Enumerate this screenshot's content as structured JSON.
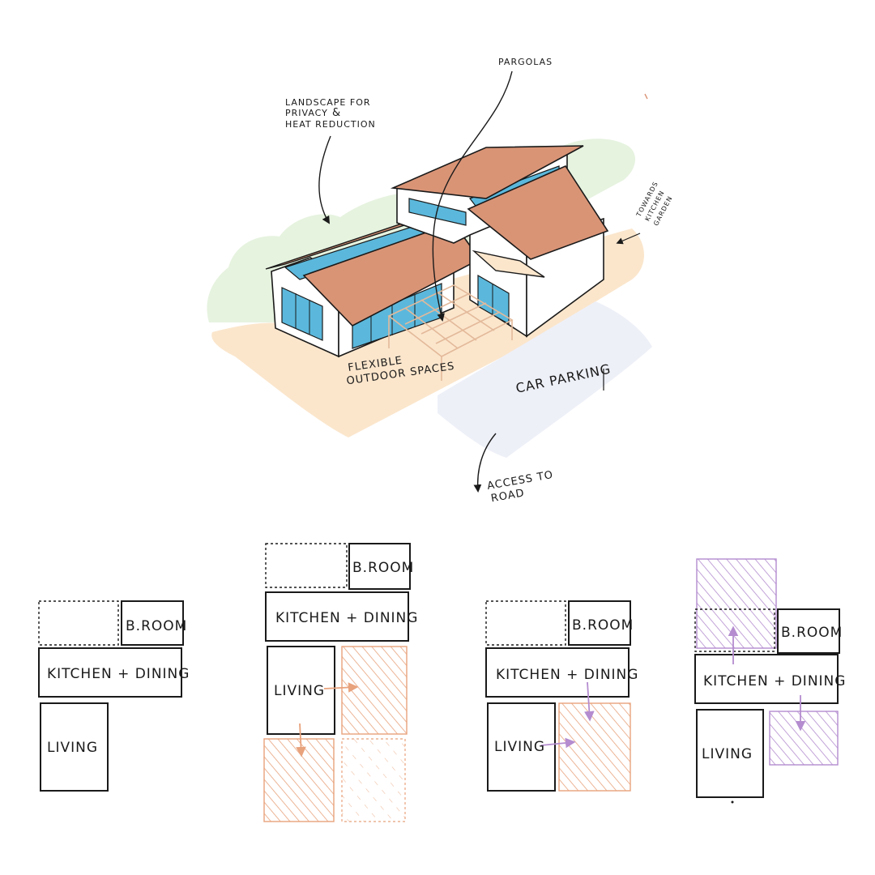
{
  "sketch": {
    "labels": {
      "landscape": [
        "LANDSCAPE FOR",
        "PRIVACY",
        "&",
        "HEAT REDUCTION"
      ],
      "pargolas": "PARGOLAS",
      "towards": [
        "TOWARDS",
        "KITCHEN",
        "GARDEN"
      ],
      "flexible": [
        "FLEXIBLE",
        "OUTDOOR SPACES"
      ],
      "car_parking": "CAR PARKING",
      "access": [
        "ACCESS TO",
        "ROAD"
      ]
    },
    "colors": {
      "roof": "#d99476",
      "glass": "#5bb8dc",
      "ground": "#fbe6cc",
      "parking": "#eef0f8",
      "greenery": "#e6f3df",
      "extension_orange": "#e8a27c",
      "extension_purple": "#b48ccf",
      "ink": "#1a1a1a"
    }
  },
  "plans": {
    "bedroom": "B.ROOM",
    "kitchen": "KITCHEN + DINING",
    "living": "LIVING"
  }
}
